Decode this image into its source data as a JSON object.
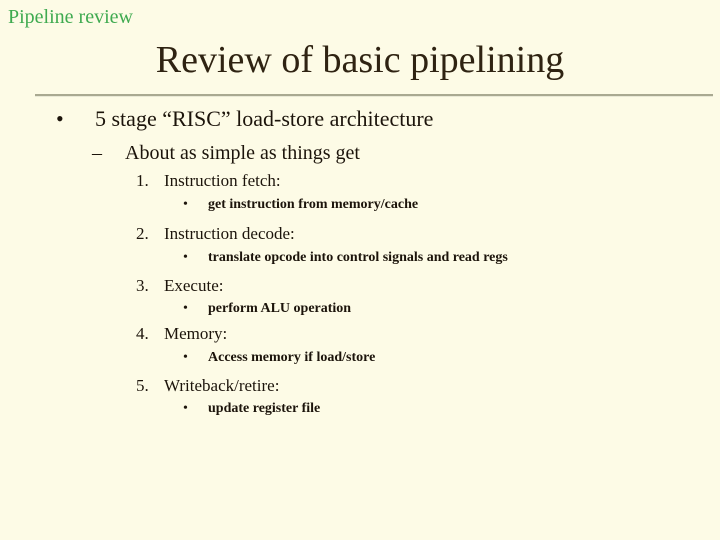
{
  "slide": {
    "header_label": "Pipeline review",
    "title": "Review of basic pipelining"
  },
  "content": {
    "bullet1": {
      "marker": "•",
      "text": "5 stage “RISC” load-store architecture"
    },
    "bullet2": {
      "marker": "–",
      "text": "About as simple as things get"
    },
    "steps": [
      {
        "num": "1.",
        "label": "Instruction fetch:",
        "sub_marker": "•",
        "sub_text": "get instruction from memory/cache"
      },
      {
        "num": "2.",
        "label": "Instruction decode:",
        "sub_marker": "•",
        "sub_text": "translate opcode into control signals and read regs"
      },
      {
        "num": "3.",
        "label": "Execute:",
        "sub_marker": "•",
        "sub_text": "perform ALU operation"
      },
      {
        "num": "4.",
        "label": "Memory:",
        "sub_marker": "•",
        "sub_text": "Access memory if load/store"
      },
      {
        "num": "5.",
        "label": "Writeback/retire:",
        "sub_marker": "•",
        "sub_text": "update register file"
      }
    ]
  },
  "colors": {
    "background": "#FDFBE6",
    "header_label_green": "#3FAA50",
    "title_text": "#2F2312",
    "body_text": "#1C140B",
    "divider": "#A9A991"
  }
}
